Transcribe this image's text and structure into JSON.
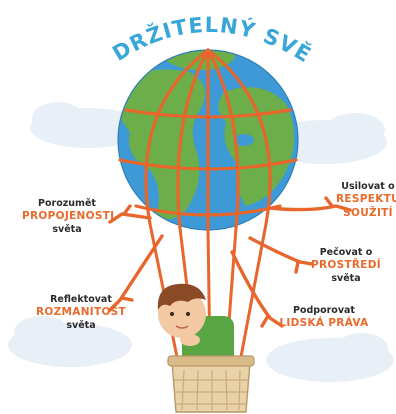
{
  "title": "UDRŽITELNÝ SVĚT",
  "colors": {
    "ocean": "#3d9ad6",
    "land": "#6cae4a",
    "rope": "#e8662c",
    "title": "#39a6da",
    "highlight": "#ea6a2c",
    "cloud": "#e9eff6",
    "basket": "#e9d2a8",
    "shirt": "#5aa543",
    "hair": "#8a4a25"
  },
  "labels": {
    "propojenosti": {
      "pre": "Porozumět",
      "highlight": "PROPOJENOSTI",
      "post": "světa"
    },
    "rozmanitost": {
      "pre": "Reflektovat",
      "highlight": "ROZMANITOST",
      "post": "světa"
    },
    "respektu": {
      "pre": "Usilovat o",
      "highlight1": "RESPEKTU",
      "highlight2": "SOUŽITÍ"
    },
    "prostredi": {
      "pre": "Pečovat o",
      "highlight": "PROSTŘEDÍ",
      "post": "světa"
    },
    "prava": {
      "pre": "Podporovat",
      "highlight": "LIDSKÁ PRÁVA"
    }
  }
}
